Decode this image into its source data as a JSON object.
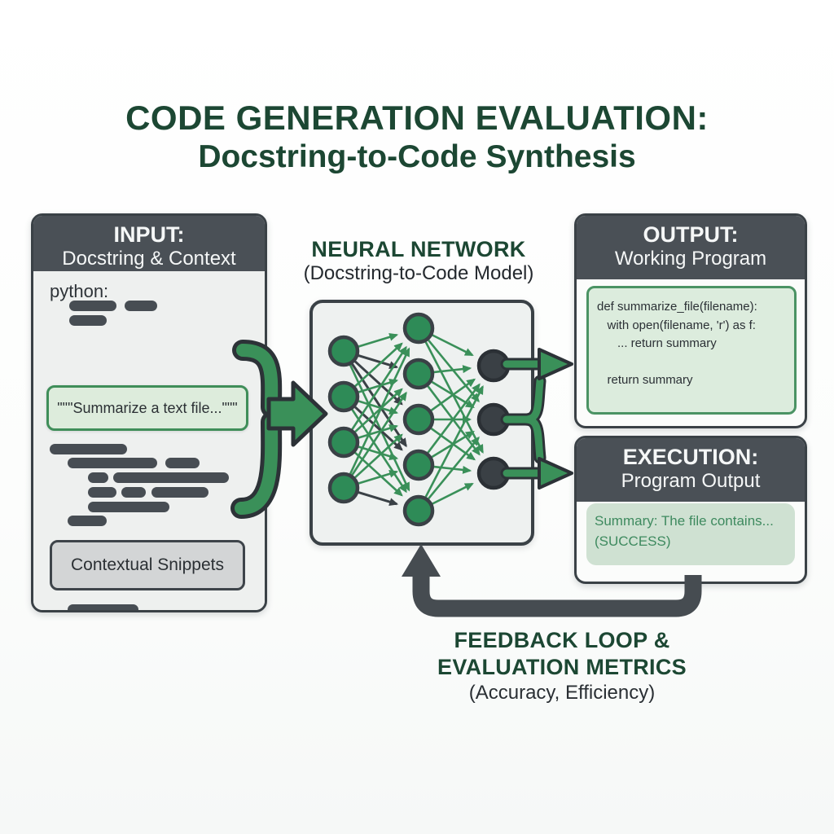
{
  "title": {
    "line1": "CODE GENERATION EVALUATION:",
    "line2": "Docstring-to-Code Synthesis"
  },
  "input_panel": {
    "header_line1": "INPUT:",
    "header_line2": "Docstring & Context",
    "language_label": "python:",
    "docstring_text": "\"\"\"Summarize a text file...\"\"\"",
    "context_label": "Contextual Snippets"
  },
  "network": {
    "title": "NEURAL NETWORK",
    "subtitle": "(Docstring-to-Code Model)",
    "layers": [
      4,
      5,
      3
    ]
  },
  "output_panel": {
    "header_line1": "OUTPUT:",
    "header_line2": "Working Program",
    "code_lines": [
      "def summarize_file(filename):",
      "   with open(filename, 'r') as f:",
      "      ... return summary",
      "",
      "   return summary"
    ]
  },
  "execution_panel": {
    "header_line1": "EXECUTION:",
    "header_line2": "Program Output",
    "output_line1": "Summary: The file contains...",
    "output_line2": "(SUCCESS)"
  },
  "feedback": {
    "line1": "FEEDBACK LOOP &",
    "line2": "EVALUATION METRICS",
    "line3": "(Accuracy, Efficiency)"
  },
  "colors": {
    "accent_green": "#2e8b57",
    "edge_green": "#3a9059",
    "dark_gray": "#4a5056",
    "node_dark": "#3a4045",
    "title_green": "#1c4733",
    "code_box_green": "#dcecdd",
    "exec_text_green": "#3e8a5f"
  }
}
